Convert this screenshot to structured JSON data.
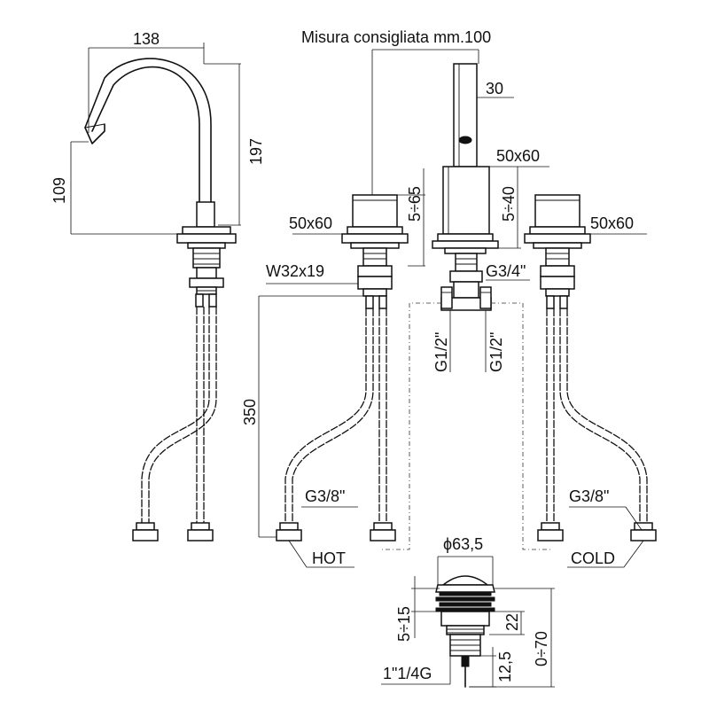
{
  "dimensions": {
    "spout_width": "138",
    "spout_total_height": "197",
    "spout_outlet_height": "109",
    "recommended_spacing": "Misura consigliata mm.100",
    "spout_body_width": "30",
    "spout_base": "50x60",
    "spout_height_range": "5÷40",
    "thread_spout": "G3/4\"",
    "handle_left_base": "50x60",
    "handle_left_height_range": "5÷65",
    "handle_right_base": "50x60",
    "wrench_size": "W32x19",
    "hose_length": "350",
    "hose_thread_left": "G3/8\"",
    "hose_thread_right": "G3/8\"",
    "outlet_thread_left": "G1/2\"",
    "outlet_thread_right": "G1/2\"",
    "waste_diameter": "ϕ63,5",
    "waste_range": "5÷15",
    "waste_height": "22",
    "waste_stroke": "0÷70",
    "waste_thread_length": "12,5",
    "waste_thread": "1\"1/4G"
  },
  "labels": {
    "hot": "HOT",
    "cold": "COLD"
  }
}
